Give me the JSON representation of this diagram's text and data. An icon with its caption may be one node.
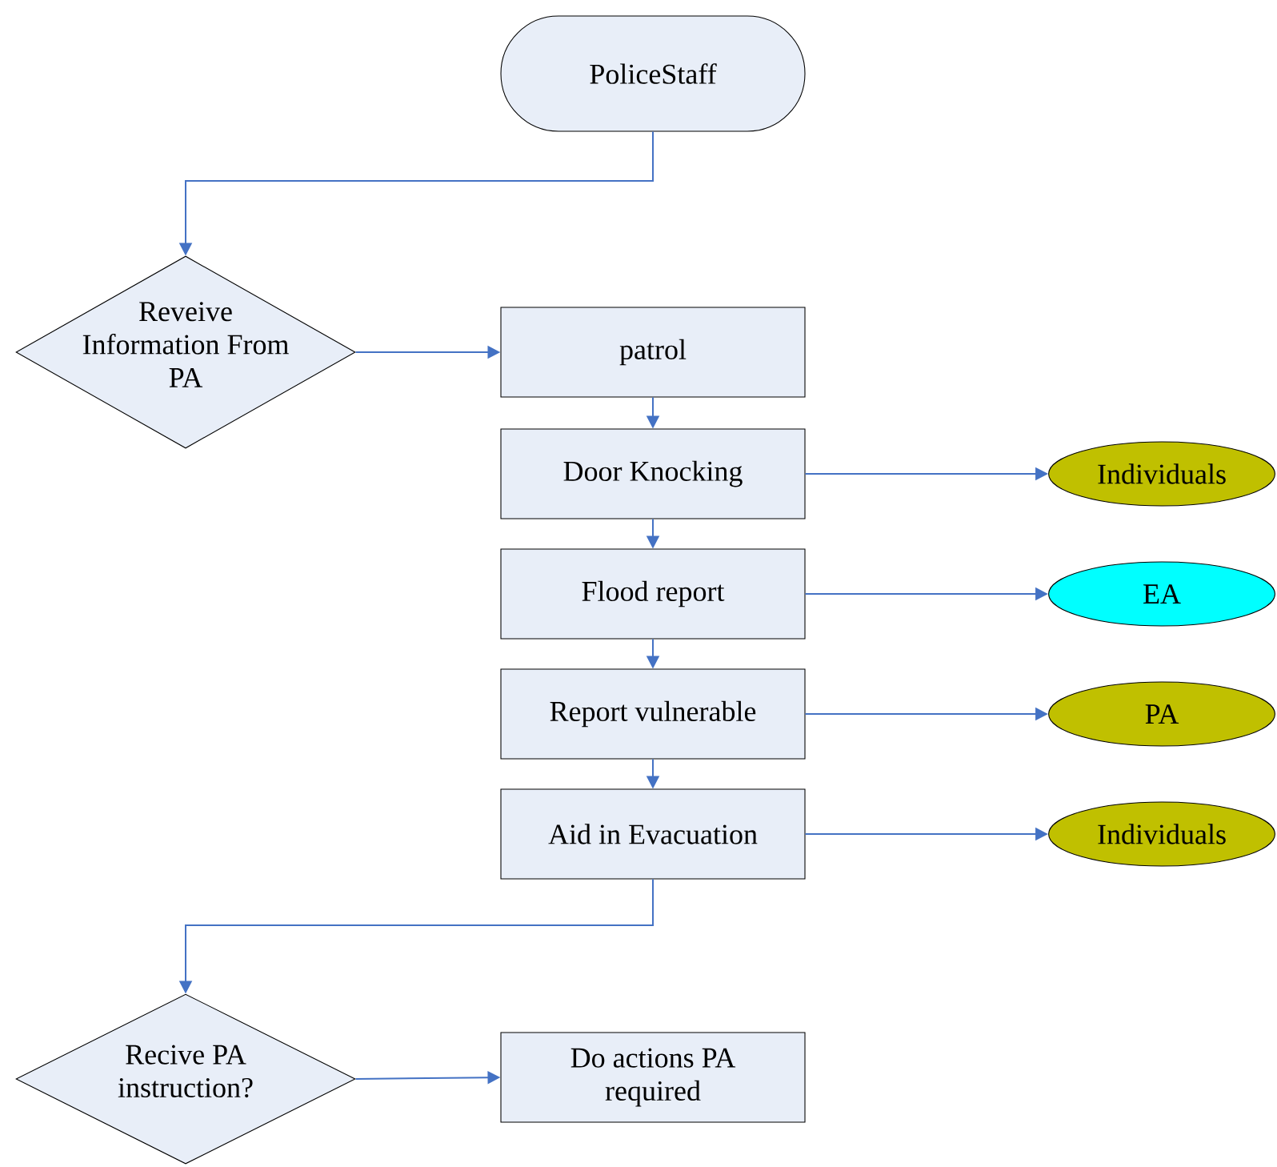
{
  "diagram": {
    "nodes": [
      {
        "text": [
          "PoliceStaff"
        ]
      },
      {
        "text": [
          "Reveive Information From PA"
        ]
      },
      {
        "text": [
          "patrol"
        ]
      },
      {
        "text": [
          "Door Knocking"
        ]
      },
      {
        "text": [
          "Flood report"
        ]
      },
      {
        "text": [
          "Report vulnerable"
        ]
      },
      {
        "text": [
          "Aid in Evacuation"
        ]
      },
      {
        "text": [
          "Individuals"
        ]
      },
      {
        "text": [
          "EA"
        ]
      },
      {
        "text": [
          "PA"
        ]
      },
      {
        "text": [
          "Individuals"
        ]
      },
      {
        "text": [
          "Recive  PA instruction?"
        ]
      },
      {
        "text": [
          "Do actions PA required"
        ]
      }
    ],
    "edges": [
      {
        "from": 0,
        "to": 1,
        "arrow": "to"
      },
      {
        "from": 1,
        "to": 2,
        "arrow": "to"
      },
      {
        "from": 2,
        "to": 3,
        "arrow": "to"
      },
      {
        "from": 3,
        "to": 4,
        "arrow": "to"
      },
      {
        "from": 4,
        "to": 5,
        "arrow": "to"
      },
      {
        "from": 5,
        "to": 6,
        "arrow": "to"
      },
      {
        "from": 3,
        "to": 7,
        "arrow": "to"
      },
      {
        "from": 4,
        "to": 8,
        "arrow": "to"
      },
      {
        "from": 5,
        "to": 9,
        "arrow": "to"
      },
      {
        "from": 6,
        "to": 10,
        "arrow": "to"
      },
      {
        "from": 6,
        "to": 11,
        "arrow": "to"
      },
      {
        "from": 11,
        "to": 12,
        "arrow": "to"
      }
    ]
  }
}
